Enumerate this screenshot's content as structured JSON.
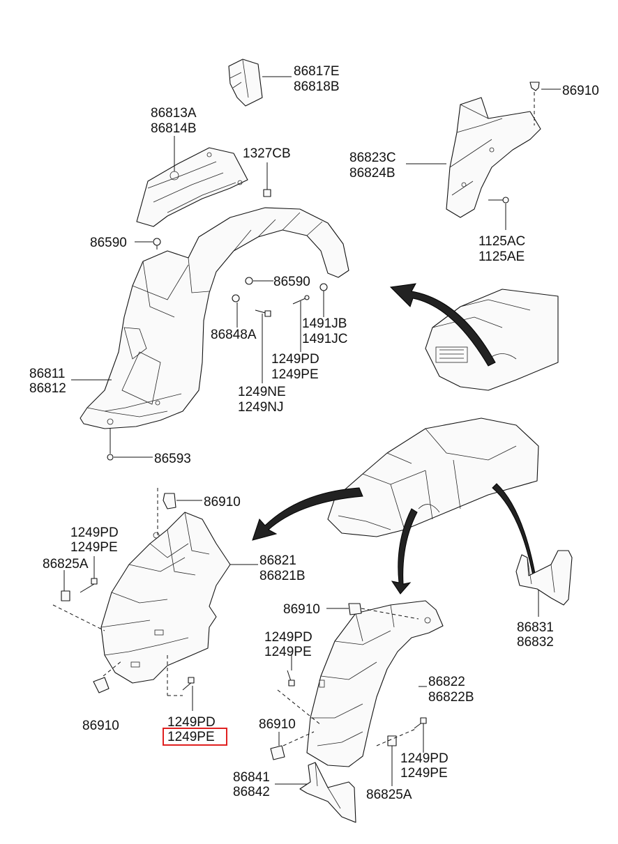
{
  "labels": {
    "p86817": [
      "86817E",
      "86818B"
    ],
    "p86813": [
      "86813A",
      "86814B"
    ],
    "p1327": [
      "1327CB"
    ],
    "p86590a": [
      "86590"
    ],
    "p86590b": [
      "86590"
    ],
    "p86848": [
      "86848A"
    ],
    "p1491": [
      "1491JB",
      "1491JC"
    ],
    "p1249pd_top": [
      "1249PD",
      "1249PE"
    ],
    "p1249ne": [
      "1249NE",
      "1249NJ"
    ],
    "p86811": [
      "86811",
      "86812"
    ],
    "p86593": [
      "86593"
    ],
    "p86910_tr": [
      "86910"
    ],
    "p86823": [
      "86823C",
      "86824B"
    ],
    "p1125": [
      "1125AC",
      "1125AE"
    ],
    "p86910_ml": [
      "86910"
    ],
    "p1249_ml": [
      "1249PD",
      "1249PE"
    ],
    "p86825a_l": [
      "86825A"
    ],
    "p86821": [
      "86821",
      "86821B"
    ],
    "p86910_bl": [
      "86910"
    ],
    "p1249_bl": [
      "1249PD",
      "1249PE"
    ],
    "p86910_mr": [
      "86910"
    ],
    "p1249_mr": [
      "1249PD",
      "1249PE"
    ],
    "p86822": [
      "86822",
      "86822B"
    ],
    "p86910_br": [
      "86910"
    ],
    "p86841": [
      "86841",
      "86842"
    ],
    "p86825a_r": [
      "86825A"
    ],
    "p1249_br": [
      "1249PD",
      "1249PE"
    ],
    "p86831": [
      "86831",
      "86832"
    ]
  },
  "highlight": {
    "part": "1249PE",
    "color": "#e02020"
  }
}
